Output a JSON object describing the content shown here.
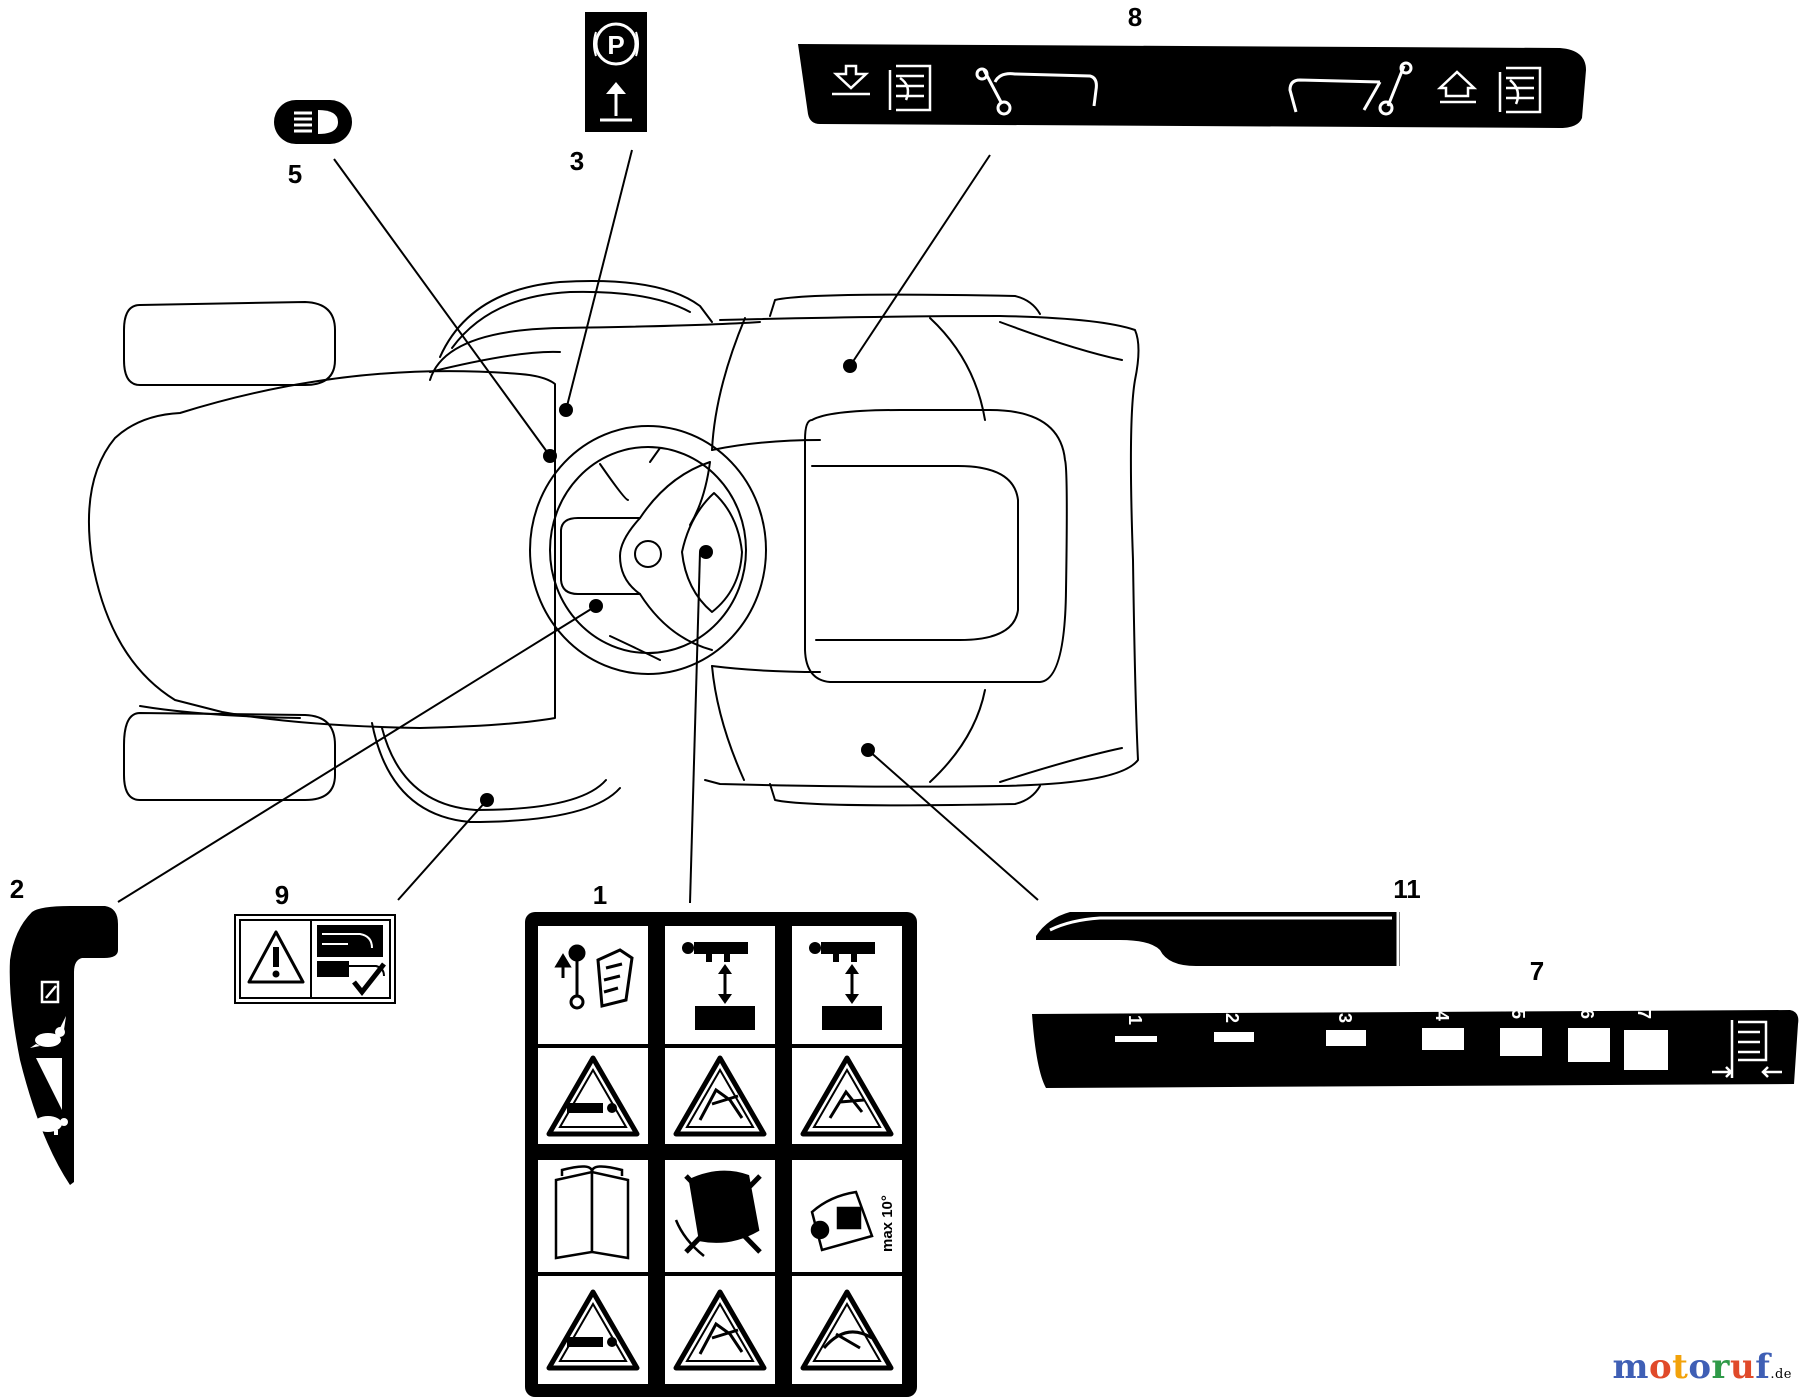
{
  "callouts": {
    "c1": "1",
    "c2": "2",
    "c3": "3",
    "c5": "5",
    "c7": "7",
    "c8": "8",
    "c9": "9",
    "c11": "11"
  },
  "decals": {
    "parking_brake": {
      "symbol": "P"
    },
    "tilt_warning": {
      "text": "max 10°"
    },
    "height_scale": {
      "numbers": [
        "1",
        "2",
        "3",
        "4",
        "5",
        "6",
        "7"
      ]
    }
  },
  "watermark": {
    "letters": [
      "m",
      "o",
      "t",
      "o",
      "r",
      "u",
      "f"
    ],
    "colors": [
      "#3f5fb5",
      "#e04a2a",
      "#f2a20a",
      "#3f5fb5",
      "#2f9a48",
      "#e04a2a",
      "#3f5fb5"
    ],
    "suffix": ".de"
  },
  "icons": [
    "headlight-icon",
    "parking-brake-icon",
    "brake-lever-icon",
    "speed-control-icon",
    "rabbit-icon",
    "turtle-icon",
    "warning-triangle-icon",
    "hand-pinch-icon",
    "ignition-key-icon",
    "person-icon",
    "manual-book-icon",
    "no-passenger-icon",
    "rotating-blade-icon",
    "mower-tilt-icon",
    "cutting-height-icon"
  ]
}
